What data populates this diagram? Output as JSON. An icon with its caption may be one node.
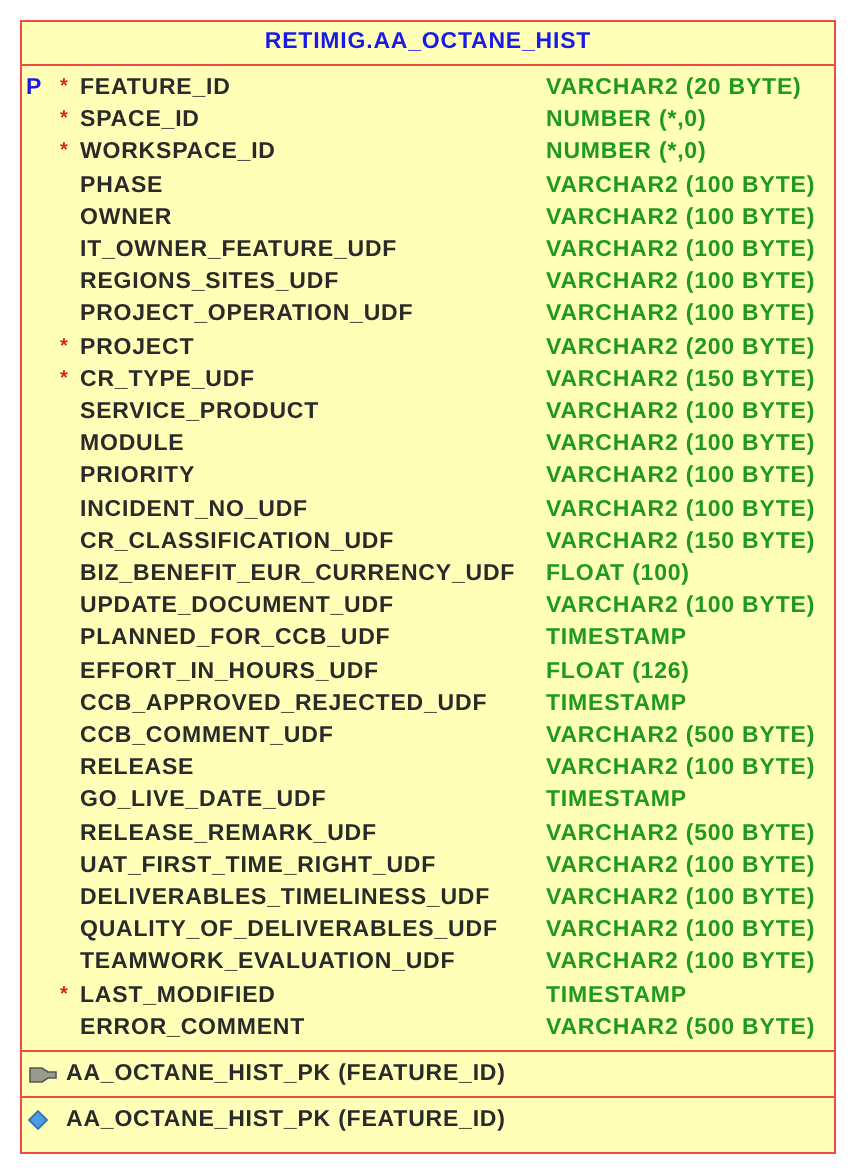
{
  "diagram": {
    "title": "RETIMIG.AA_OCTANE_HIST",
    "labels": [
      "P",
      "*",
      "FEATURE_ID",
      "VARCHAR2 (20 BYTE)",
      "*",
      "SPACE_ID",
      "NUMBER (*,0)",
      "*",
      "WORKSPACE_ID",
      "NUMBER (*,0)",
      "PHASE",
      "VARCHAR2 (100 BYTE)",
      "OWNER",
      "VARCHAR2 (100 BYTE)",
      "IT_OWNER_FEATURE_UDF",
      "VARCHAR2 (100 BYTE)",
      "REGIONS_SITES_UDF",
      "VARCHAR2 (100 BYTE)",
      "PROJECT_OPERATION_UDF",
      "VARCHAR2 (100 BYTE)",
      "*",
      "PROJECT",
      "VARCHAR2 (200 BYTE)",
      "*",
      "CR_TYPE_UDF",
      "VARCHAR2 (150 BYTE)",
      "SERVICE_PRODUCT",
      "VARCHAR2 (100 BYTE)",
      "MODULE",
      "VARCHAR2 (100 BYTE)",
      "PRIORITY",
      "VARCHAR2 (100 BYTE)",
      "INCIDENT_NO_UDF",
      "VARCHAR2 (100 BYTE)",
      "CR_CLASSIFICATION_UDF",
      "VARCHAR2 (150 BYTE)",
      "BIZ_BENEFIT_EUR_CURRENCY_UDF",
      "FLOAT (100)",
      "UPDATE_DOCUMENT_UDF",
      "VARCHAR2 (100 BYTE)",
      "PLANNED_FOR_CCB_UDF",
      "TIMESTAMP",
      "EFFORT_IN_HOURS_UDF",
      "FLOAT (126)",
      "CCB_APPROVED_REJECTED_UDF",
      "TIMESTAMP",
      "CCB_COMMENT_UDF",
      "VARCHAR2 (500 BYTE)",
      "RELEASE",
      "VARCHAR2 (100 BYTE)",
      "GO_LIVE_DATE_UDF",
      "TIMESTAMP",
      "RELEASE_REMARK_UDF",
      "VARCHAR2 (500 BYTE)",
      "UAT_FIRST_TIME_RIGHT_UDF",
      "VARCHAR2 (100 BYTE)",
      "DELIVERABLES_TIMELINESS_UDF",
      "VARCHAR2 (100 BYTE)",
      "QUALITY_OF_DELIVERABLES_UDF",
      "VARCHAR2 (100 BYTE)",
      "TEAMWORK_EVALUATION_UDF",
      "VARCHAR2 (100 BYTE)",
      "*",
      "LAST_MODIFIED",
      "TIMESTAMP",
      "ERROR_COMMENT",
      "VARCHAR2 (500 BYTE)",
      "AA_OCTANE_HIST_PK (FEATURE_ID)",
      "AA_OCTANE_HIST_PK (FEATURE_ID)"
    ]
  }
}
